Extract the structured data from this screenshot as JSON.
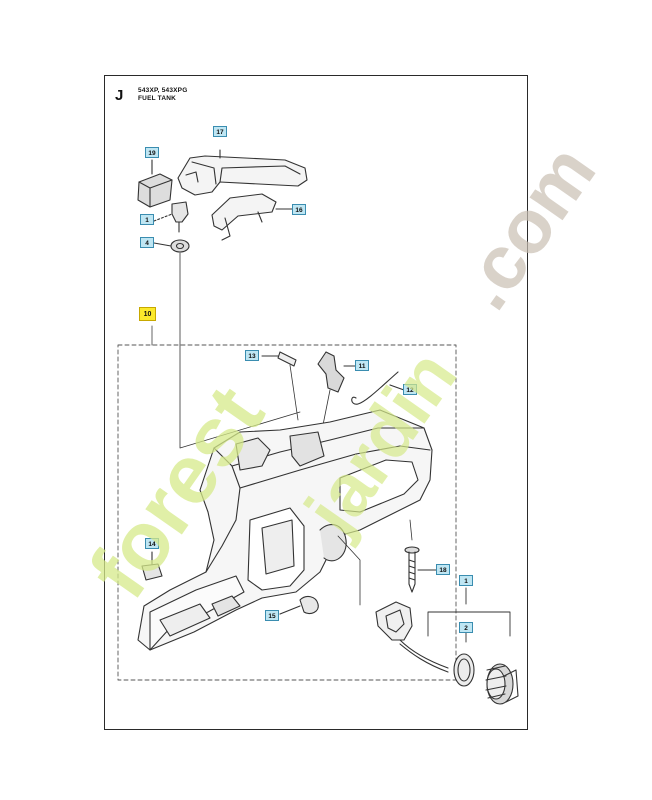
{
  "header": {
    "section_letter": "J",
    "models": "543XP, 543XPG",
    "title": "FUEL TANK"
  },
  "callouts": {
    "c1a": "1",
    "c1b": "1",
    "c2": "2",
    "c4": "4",
    "c10": "10",
    "c11": "11",
    "c12": "12",
    "c13": "13",
    "c14": "14",
    "c15": "15",
    "c16": "16",
    "c17": "17",
    "c18": "18",
    "c19": "19"
  },
  "watermark": {
    "part1": "forest",
    "part2": "jardin",
    "part3": ".com",
    "color_green": "#d6ea8a",
    "color_orange": "#f4b27a",
    "color_gray": "#c9bfb3"
  },
  "colors": {
    "kit_label": "#fbe92b",
    "callout_fill": "#bfe6f3",
    "callout_border": "#3a8db0"
  }
}
